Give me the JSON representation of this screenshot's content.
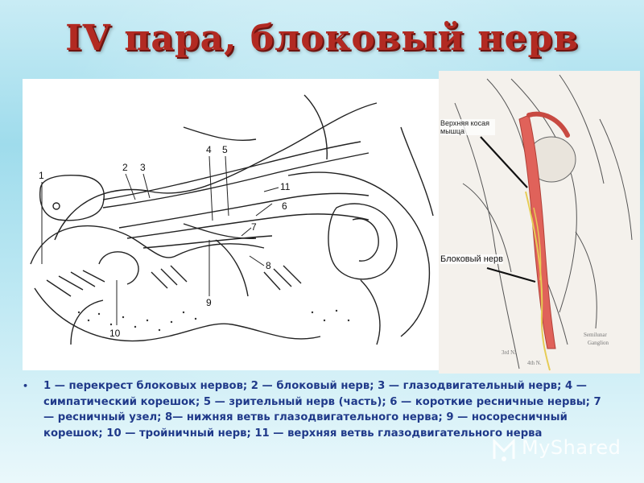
{
  "slide": {
    "title": "IV пара, блоковый нерв",
    "left_diagram": {
      "numbers": [
        "1",
        "2",
        "3",
        "4",
        "5",
        "6",
        "7",
        "8",
        "9",
        "10",
        "11"
      ]
    },
    "right_diagram": {
      "muscle_label": "Верхняя косая мышца",
      "nerve_label": "Блоковый нерв"
    },
    "caption": "1 — перекрест блоковых нервов; 2 — блоковый нерв; 3 — глазодвигательный нерв; 4 — симпатический корешок; 5 — зрительный нерв (часть); 6 — короткие ресничные нервы; 7— ресничный узел; 8— нижняя ветвь глазодвигательного нерва; 9 — носоресничный корешок; 10 — тройничный нерв; 11 — верхняя ветвь глазодвигательного нерва",
    "watermark": "MyShared"
  },
  "colors": {
    "title": "#b22a22",
    "caption": "#203a8a",
    "muscle": "#e0625a"
  }
}
